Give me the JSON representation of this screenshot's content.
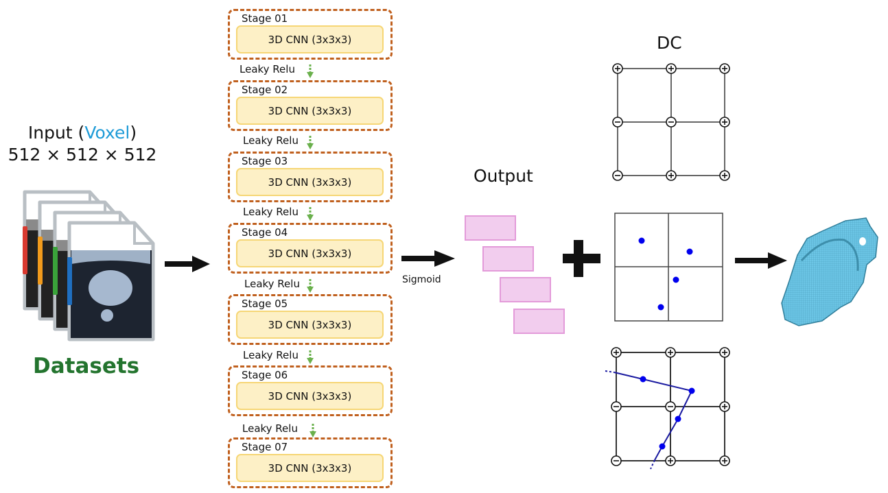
{
  "input": {
    "title_prefix": "Input (",
    "title_highlight": "Voxel",
    "title_suffix": ")",
    "dimensions": "512 × 512 × 512",
    "highlight_color": "#1e9bd7"
  },
  "datasets": {
    "label": "Datasets",
    "color": "#23742e",
    "tab_colors": [
      "#d93a30",
      "#f29b1c",
      "#3aa33a",
      "#1f6fc0"
    ]
  },
  "stages": [
    {
      "label": "Stage 01",
      "block": "3D CNN (3x3x3)"
    },
    {
      "label": "Stage 02",
      "block": "3D CNN (3x3x3)"
    },
    {
      "label": "Stage 03",
      "block": "3D CNN (3x3x3)"
    },
    {
      "label": "Stage 04",
      "block": "3D CNN (3x3x3)"
    },
    {
      "label": "Stage 05",
      "block": "3D CNN (3x3x3)"
    },
    {
      "label": "Stage 06",
      "block": "3D CNN (3x3x3)"
    },
    {
      "label": "Stage 07",
      "block": "3D CNN (3x3x3)"
    }
  ],
  "activations": [
    "Leaky Relu",
    "Leaky Relu",
    "Leaky Relu",
    "Leaky Relu",
    "Leaky Relu",
    "Leaky Relu"
  ],
  "sigmoid_label": "Sigmoid",
  "output": {
    "title": "Output",
    "slice_count": 4
  },
  "dc": {
    "title": "DC",
    "top_grid_signs": [
      [
        "+",
        "+",
        "+"
      ],
      [
        "-",
        "-",
        "+"
      ],
      [
        "-",
        "+",
        "+"
      ]
    ],
    "bottom_grid_signs": [
      [
        "+",
        "+",
        "+"
      ],
      [
        "-",
        "-",
        "+"
      ],
      [
        "-",
        "+",
        "+"
      ]
    ]
  },
  "result": {
    "description": "3D reconstructed heart mesh",
    "color": "#6cc6e6"
  }
}
